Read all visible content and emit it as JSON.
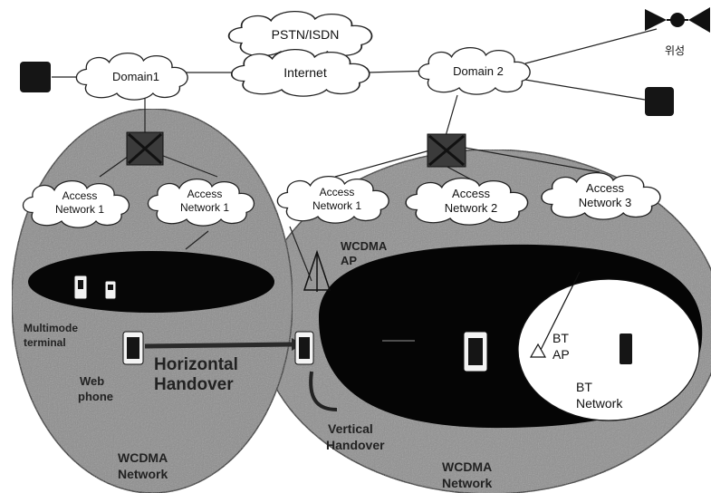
{
  "top": {
    "pstn": "PSTN/ISDN",
    "internet": "Internet",
    "domain1": "Domain1",
    "domain2": "Domain 2",
    "satellite": "위성"
  },
  "left_network": {
    "access1a": [
      "Access",
      "Network 1"
    ],
    "access1b": [
      "Access",
      "Network 1"
    ],
    "multimode_terminal": [
      "Multimode",
      "terminal"
    ],
    "web_phone": [
      "Web",
      "phone"
    ],
    "horizontal_handover": [
      "Horizontal",
      "Handover"
    ],
    "wcdma_network": [
      "WCDMA",
      "Network"
    ]
  },
  "right_network": {
    "access1": [
      "Access",
      "Network 1"
    ],
    "access2": [
      "Access",
      "Network 2"
    ],
    "access3": [
      "Access",
      "Network 3"
    ],
    "wcdma_ap": [
      "WCDMA",
      "AP"
    ],
    "bt_ap": [
      "BT",
      "AP"
    ],
    "bt_network": [
      "BT",
      "Network"
    ],
    "vertical_handover": [
      "Vertical",
      "Handover"
    ],
    "wcdma_network": [
      "WCDMA",
      "Network"
    ]
  },
  "colors": {
    "ellipse_fill": "#8f8f8f",
    "cloud_fill": "#ffffff",
    "dark_region": "#050505",
    "bt_region": "#ffffff",
    "node_fill": "#1a1a1a"
  }
}
